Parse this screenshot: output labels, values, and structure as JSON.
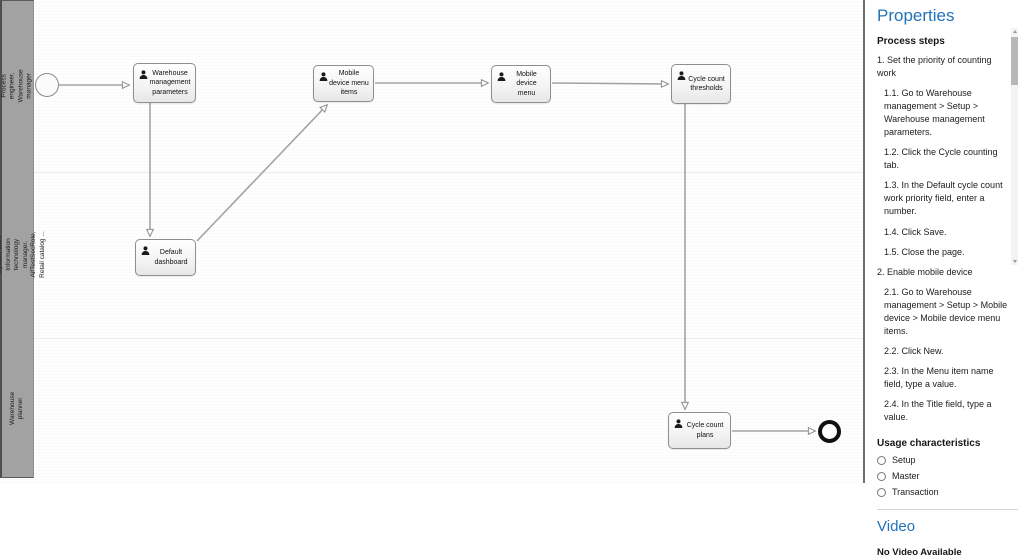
{
  "colors": {
    "accent_blue": "#2273b9",
    "lane_bar": "#a2a2a2",
    "connector": "#a3a3a3",
    "node_border": "#8e8e8e"
  },
  "icons": {
    "person": "bust-silhouette",
    "start_event": "thin-circle-outline",
    "end_event": "bold-circle-outline",
    "scroll_up": "triangle-up",
    "scroll_down": "triangle-down"
  },
  "diagram": {
    "lanes": [
      {
        "label": "Process engineer, Warehouse manager"
      },
      {
        "label": "TestEssentialsRole, System user, Information technology manager, AifTestSecRole, Retail catalog ..."
      },
      {
        "label": "Warehouse planner"
      }
    ],
    "nodes": [
      {
        "label": "Warehouse management parameters"
      },
      {
        "label": "Mobile device menu items"
      },
      {
        "label": "Mobile device menu"
      },
      {
        "label": "Cycle count thresholds"
      },
      {
        "label": "Default dashboard"
      },
      {
        "label": "Cycle count plans"
      }
    ]
  },
  "panel": {
    "title": "Properties",
    "process_steps": {
      "heading": "Process steps",
      "steps": [
        {
          "text": "1. Set the priority of counting work"
        },
        {
          "text": "1.1. Go to Warehouse management > Setup > Warehouse management parameters."
        },
        {
          "text": "1.2. Click the Cycle counting tab."
        },
        {
          "text": "1.3. In the Default cycle count work priority field, enter a number."
        },
        {
          "text": "1.4. Click Save."
        },
        {
          "text": "1.5. Close the page."
        },
        {
          "text": "2. Enable mobile device"
        },
        {
          "text": "2.1. Go to Warehouse management > Setup > Mobile device > Mobile device menu items."
        },
        {
          "text": "2.2. Click New."
        },
        {
          "text": "2.3. In the Menu item name field, type a value."
        },
        {
          "text": "2.4. In the Title field, type a value."
        }
      ]
    },
    "usage": {
      "heading": "Usage characteristics",
      "options": [
        "Setup",
        "Master",
        "Transaction"
      ]
    },
    "video": {
      "heading": "Video",
      "status": "No Video Available"
    }
  }
}
